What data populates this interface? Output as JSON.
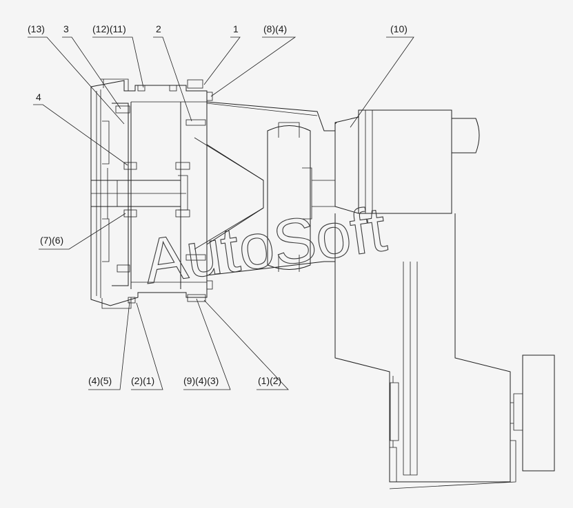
{
  "diagram": {
    "callouts": [
      {
        "id": "c13",
        "text": "(13)"
      },
      {
        "id": "c3",
        "text": "3"
      },
      {
        "id": "c12-11",
        "text": "(12)(11)"
      },
      {
        "id": "c2",
        "text": "2"
      },
      {
        "id": "c1",
        "text": "1"
      },
      {
        "id": "c8-4",
        "text": "(8)(4)"
      },
      {
        "id": "c10",
        "text": "(10)"
      },
      {
        "id": "c4",
        "text": "4"
      },
      {
        "id": "c7-6",
        "text": "(7)(6)"
      },
      {
        "id": "c4-5",
        "text": "(4)(5)"
      },
      {
        "id": "c2-1",
        "text": "(2)(1)"
      },
      {
        "id": "c9-4-3",
        "text": "(9)(4)(3)"
      },
      {
        "id": "c1-2",
        "text": "(1)(2)"
      }
    ],
    "watermark": "AutoSoft",
    "colors": {
      "background": "#f5f5f5",
      "line": "#1e1e1e"
    }
  }
}
